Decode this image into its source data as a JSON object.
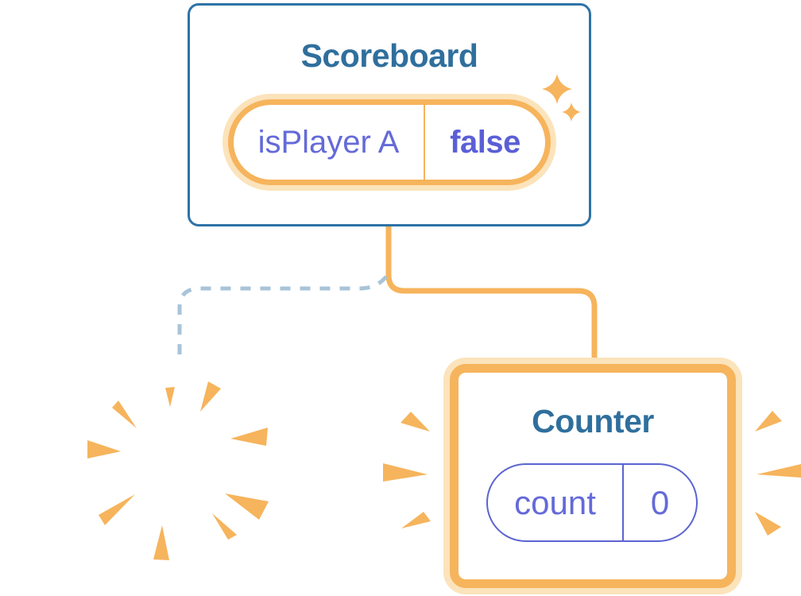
{
  "diagram": {
    "description": "React component state diagram",
    "scoreboard": {
      "title": "Scoreboard",
      "state": {
        "name": "isPlayer A",
        "value": "false"
      }
    },
    "destroyed_component": {
      "note": "component removed (burst)"
    },
    "counter": {
      "title": "Counter",
      "state": {
        "name": "count",
        "value": "0"
      }
    }
  },
  "colors": {
    "card_border_blue": "#2E73A7",
    "title_blue": "#2F6F9D",
    "accent_orange": "#F6B45C",
    "accent_cream": "#FBE3BB",
    "state_purple": "#646AD8",
    "state_purple_bold": "#5A5FD6",
    "pill_border_purple": "#5C64D0",
    "dashed_line_blue": "#A8C4D9",
    "background": "#FFFFFF"
  }
}
